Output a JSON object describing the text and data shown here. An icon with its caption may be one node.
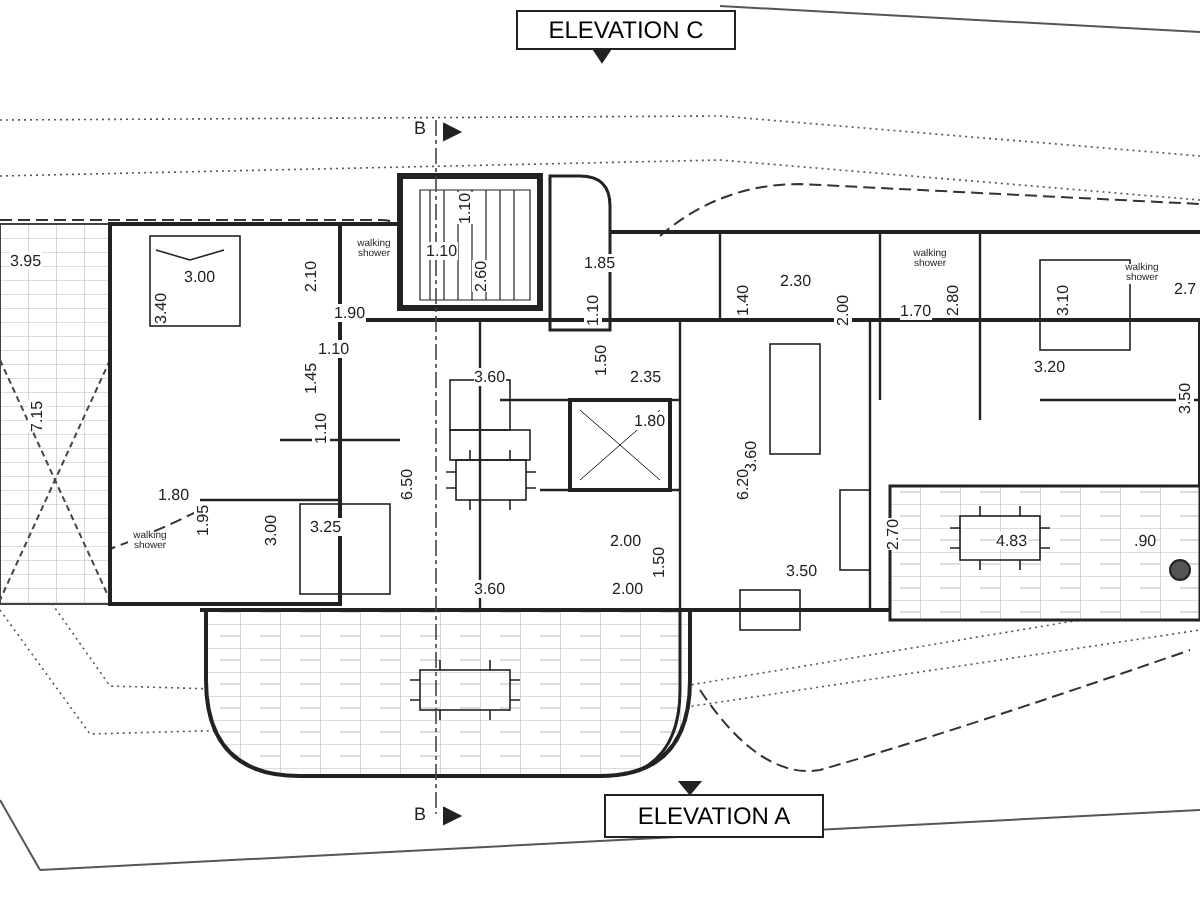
{
  "diagram": {
    "nodes": [
      {
        "text": [
          "ELEVATION C"
        ]
      },
      {
        "text": [
          "ELEVATION A"
        ]
      }
    ],
    "labels": [
      "B",
      "3.95",
      "walking shower",
      "1.10",
      "1.10",
      "2.60",
      "3.00",
      "1.85",
      "2.30",
      "walking shower",
      "3.40",
      "2.10",
      "1.10",
      "1.40",
      "1.70",
      "2.80",
      "3.10",
      "walking shower",
      "2.7",
      "1.90",
      "1.10",
      "2.00",
      "1.45",
      "3.20",
      "3.60",
      "1.50",
      "2.35",
      "3.50",
      "1.80",
      "7.15",
      "1.10",
      "3.60",
      "6.50",
      "6.20",
      "1.80",
      "1.95",
      "3.25",
      "3.00",
      "walking shower",
      "2.00",
      "2.70",
      "4.83",
      ".90",
      "1.50",
      "3.50",
      "3.60",
      "2.00",
      "B"
    ]
  }
}
